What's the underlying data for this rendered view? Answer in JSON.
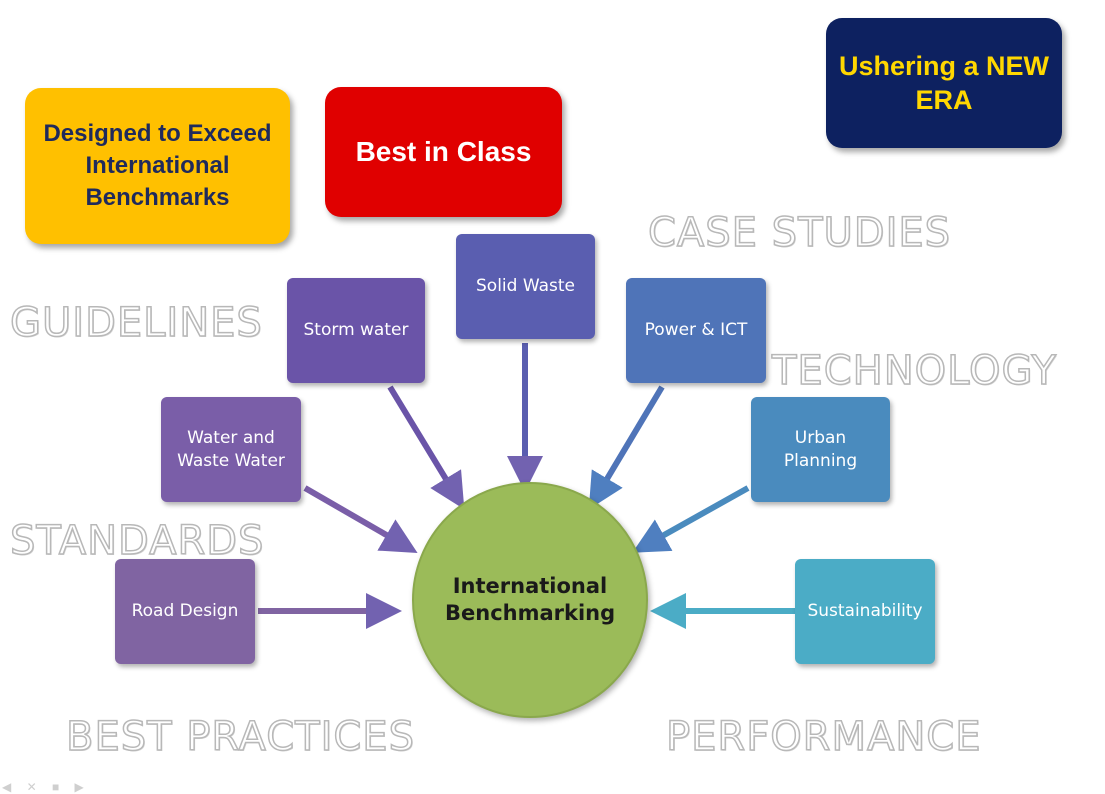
{
  "callouts": {
    "designed": "Designed to Exceed International Benchmarks",
    "best_in_class": "Best in Class",
    "new_era": "Ushering a NEW ERA"
  },
  "keywords": {
    "case_studies": "CASE STUDIES",
    "guidelines": "GUIDELINES",
    "technology": "TECHNOLOGY",
    "standards": "STANDARDS",
    "best_practices": "BEST PRACTICES",
    "performance": "PERFORMANCE"
  },
  "center": {
    "label": "International Benchmarking"
  },
  "nodes": {
    "storm_water": "Storm water",
    "solid_waste": "Solid Waste",
    "power_ict": "Power & ICT",
    "water_waste": "Water and Waste Water",
    "urban_planning": "Urban Planning",
    "road_design": "Road Design",
    "sustainability": "Sustainability"
  },
  "colors": {
    "designed_bg": "#ffc000",
    "best_bg": "#e00000",
    "era_bg": "#0d2160",
    "era_text": "#ffd700",
    "center_bg": "#9bbb59",
    "road_design": "#8064a2",
    "water_waste": "#7a5ea8",
    "storm_water": "#6a54a8",
    "solid_waste": "#5a5eb0",
    "power_ict": "#4f74b8",
    "urban_planning": "#4a8bbe",
    "sustainability": "#4bacc6"
  }
}
